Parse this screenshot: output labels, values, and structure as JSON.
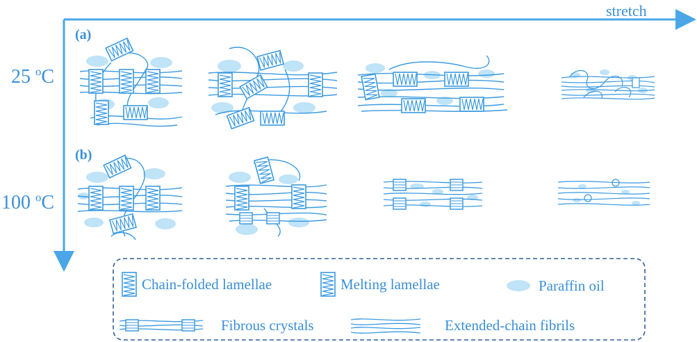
{
  "axis": {
    "stretch_label": "stretch",
    "color": "#4aa6e6"
  },
  "rows": [
    {
      "panel": "(a)",
      "temp_value": "25 ",
      "temp_sup": "o",
      "temp_unit": "C"
    },
    {
      "panel": "(b)",
      "temp_value": "100 ",
      "temp_sup": "o",
      "temp_unit": "C"
    }
  ],
  "legend": {
    "items": [
      {
        "label": "Chain-folded lamellae",
        "icon": "chain-folded-lamella-icon"
      },
      {
        "label": "Melting lamellae",
        "icon": "melting-lamella-icon"
      },
      {
        "label": "Paraffin oil",
        "icon": "paraffin-oil-icon"
      },
      {
        "label": "Fibrous crystals",
        "icon": "fibrous-crystal-icon"
      },
      {
        "label": "Extended-chain fibrils",
        "icon": "extended-chain-fibril-icon"
      }
    ]
  },
  "colors": {
    "line": "#3a9ae0",
    "oil": "#bfe3f7",
    "text": "#3a8fd6"
  }
}
